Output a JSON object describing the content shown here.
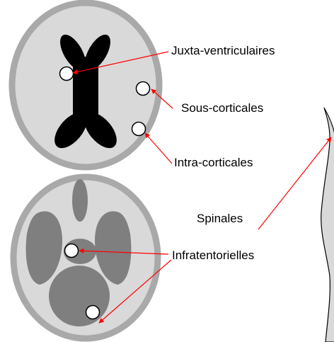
{
  "labels": {
    "juxta": "Juxta-ventriculaires",
    "sous": "Sous-corticales",
    "intra": "Intra-corticales",
    "spinales": "Spinales",
    "infra": "Infratentorielles"
  },
  "colors": {
    "skull": "#a9a9a9",
    "brain": "#d9d9d9",
    "ventricle": "#000000",
    "structure": "#7f7f7f",
    "spine": "#d9d9d9",
    "lesion": "#ffffff",
    "arrow": "#ff0000"
  }
}
